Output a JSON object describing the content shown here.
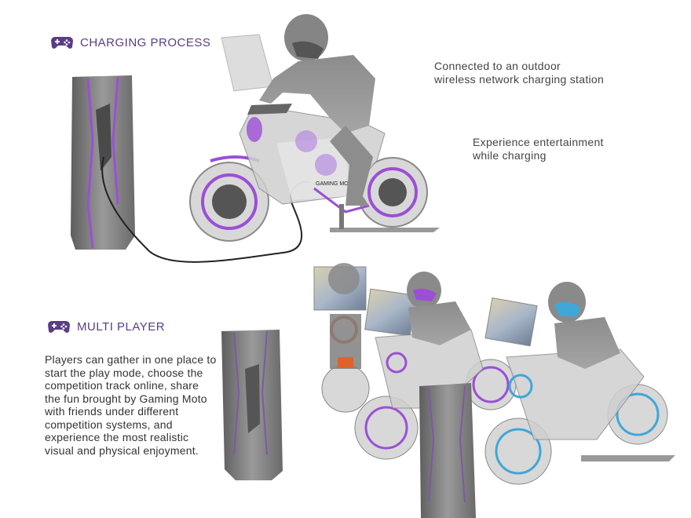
{
  "charging": {
    "title": "CHARGING PROCESS",
    "caption_1": "Connected to an outdoor\nwireless network charging station",
    "caption_2": "Experience entertainment\nwhile charging"
  },
  "multi": {
    "title": "MULTI PLAYER",
    "body": "Players can gather in one place to start the play mode, choose the competition track online, share the fun brought by Gaming Moto with friends under different competition systems, and experience the most realistic visual and physical enjoyment."
  },
  "moto_brand": "GAMING MOTO",
  "colors": {
    "accent": "#5b3c86",
    "purple_glow": "#9b4fd6",
    "orange_glow": "#e0622a",
    "blue_glow": "#3fa7d8",
    "body_gray": "#8a8a8a"
  },
  "icons": [
    "gamepad-icon"
  ]
}
